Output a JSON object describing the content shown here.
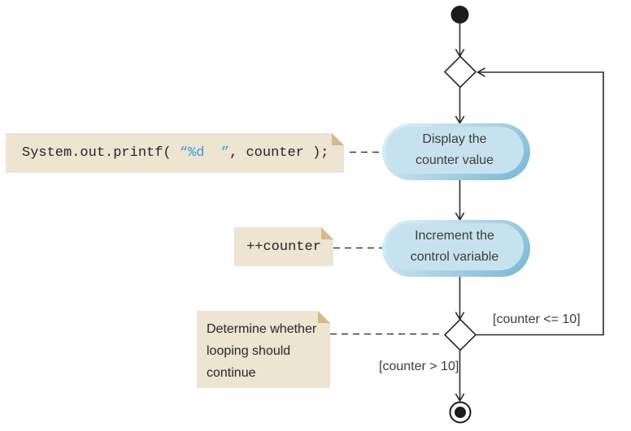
{
  "diagram": {
    "kind": "uml-activity-diagram-counter-loop",
    "notes": {
      "printf": {
        "prefix": "System.out.printf( ",
        "string": "“%d  ”",
        "suffix": ", counter );"
      },
      "increment": {
        "code": "++counter"
      },
      "decision": {
        "text": "Determine whether looping should continue"
      }
    },
    "actions": {
      "display": {
        "label": "Display the counter value"
      },
      "increment": {
        "label": "Increment the control variable"
      }
    },
    "guards": {
      "loop": "[counter <= 10]",
      "exit": "[counter > 10]"
    },
    "colors": {
      "action_fill": "#c7e2ef",
      "action_edge_dark": "#77b6d3",
      "action_edge_light": "#e6f2f8",
      "note_fill": "#ede4d1",
      "note_fold": "#d5ba8c",
      "code_string_blue": "#2e9fd4",
      "line": "#2b2b2b",
      "text": "#3c3c3c"
    }
  }
}
